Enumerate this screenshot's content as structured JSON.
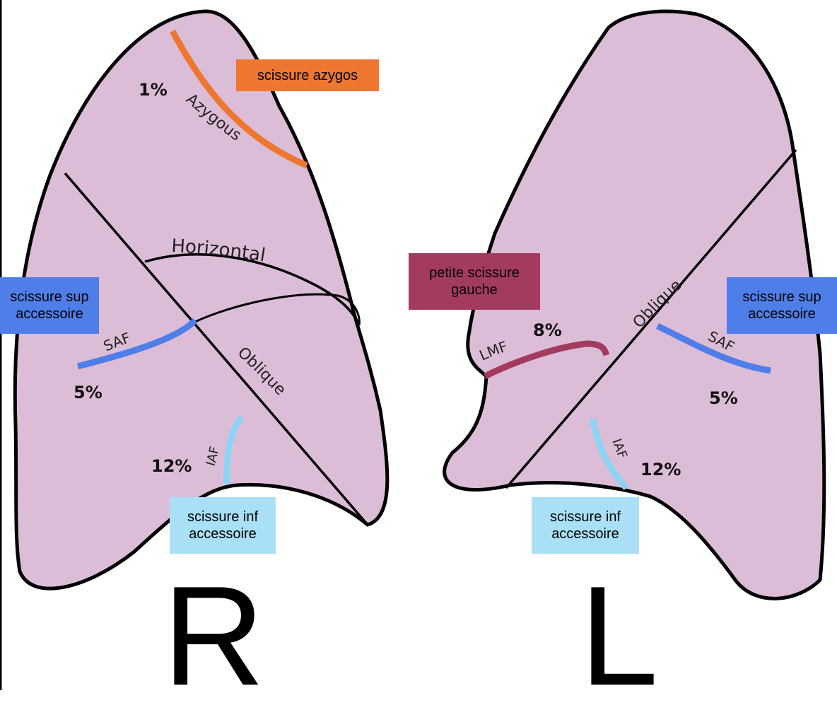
{
  "colors": {
    "lung_fill": "#dcbdd8",
    "outline": "#000000",
    "azygos": "#ed7731",
    "superior_accessory": "#4f7ee8",
    "inferior_accessory": "#8fd3f4",
    "left_minor": "#a33b5f"
  },
  "right_lung": {
    "letter": "R",
    "labels": {
      "azygous": "Azygous",
      "horizontal": "Horizontal",
      "oblique": "Oblique",
      "saf": "SAF",
      "iaf": "IAF"
    },
    "percents": {
      "azygos": "1%",
      "saf": "5%",
      "iaf": "12%"
    },
    "callouts": {
      "azygos": "scissure azygos",
      "sup_line1": "scissure sup",
      "sup_line2": "accessoire",
      "inf_line1": "scissure inf",
      "inf_line2": "accessoire"
    }
  },
  "left_lung": {
    "letter": "L",
    "labels": {
      "oblique": "Oblique",
      "lmf": "LMF",
      "saf": "SAF",
      "iaf": "IAF"
    },
    "percents": {
      "lmf": "8%",
      "saf": "5%",
      "iaf": "12%"
    },
    "callouts": {
      "minor_line1": "petite scissure",
      "minor_line2": "gauche",
      "sup_line1": "scissure sup",
      "sup_line2": "accessoire",
      "inf_line1": "scissure inf",
      "inf_line2": "accessoire"
    }
  }
}
